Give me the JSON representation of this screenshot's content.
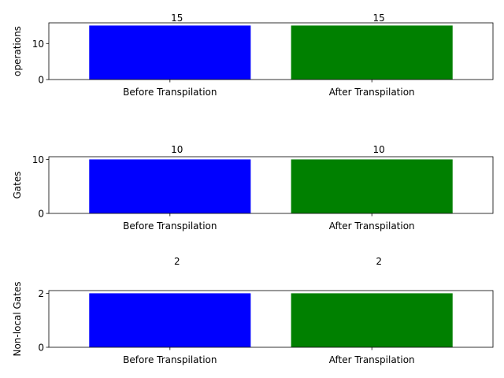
{
  "chart_data": [
    {
      "type": "bar",
      "categories": [
        "Before Transpilation",
        "After Transpilation"
      ],
      "values": [
        15,
        15
      ],
      "colors": [
        "#0000ff",
        "#008000"
      ],
      "ylabel": "operations",
      "ylim": [
        0,
        15.75
      ],
      "yticks": [
        0,
        10
      ],
      "value_labels": [
        "15",
        "15"
      ]
    },
    {
      "type": "bar",
      "categories": [
        "Before Transpilation",
        "After Transpilation"
      ],
      "values": [
        10,
        10
      ],
      "colors": [
        "#0000ff",
        "#008000"
      ],
      "ylabel": "Gates",
      "ylim": [
        0,
        10.5
      ],
      "yticks": [
        0,
        10
      ],
      "value_labels": [
        "10",
        "10"
      ]
    },
    {
      "type": "bar",
      "categories": [
        "Before Transpilation",
        "After Transpilation"
      ],
      "values": [
        2,
        2
      ],
      "colors": [
        "#0000ff",
        "#008000"
      ],
      "ylabel": "Non-local Gates",
      "ylim": [
        0,
        2.1
      ],
      "yticks": [
        0,
        2
      ],
      "value_labels": [
        "2",
        "2"
      ]
    }
  ]
}
